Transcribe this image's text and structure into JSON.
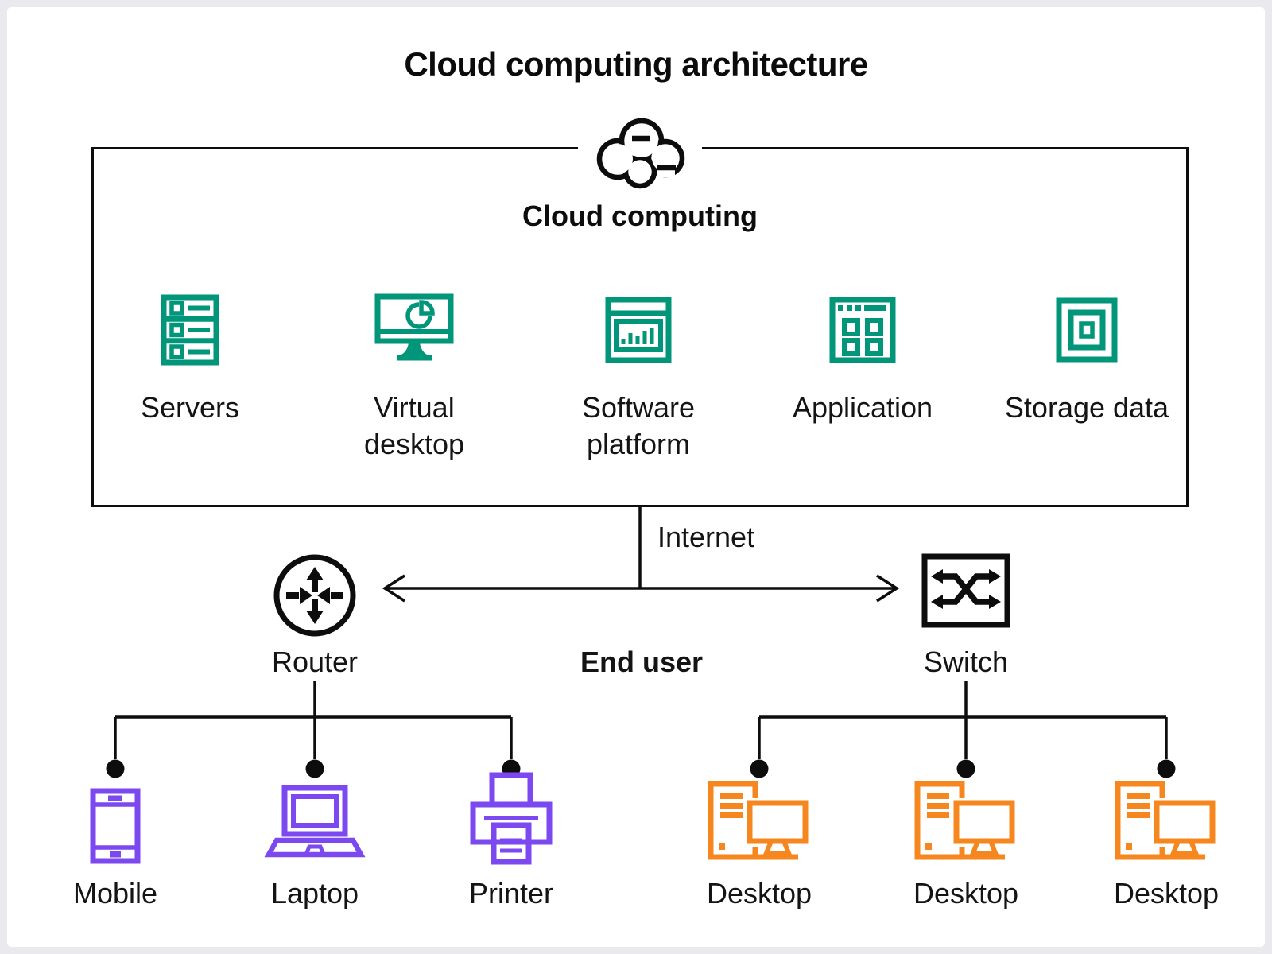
{
  "title": "Cloud computing architecture",
  "cloud": {
    "box_label": "Cloud computing",
    "cloud_icon": "cloud-icon",
    "items": [
      {
        "label": "Servers",
        "icon": "servers-icon"
      },
      {
        "label": "Virtual desktop",
        "icon": "virtual-desktop-icon"
      },
      {
        "label": "Software platform",
        "icon": "software-platform-icon"
      },
      {
        "label": "Application",
        "icon": "application-icon"
      },
      {
        "label": "Storage data",
        "icon": "storage-data-icon"
      }
    ]
  },
  "connections": {
    "internet": "Internet",
    "end_user": "End user"
  },
  "router": {
    "label": "Router",
    "icon": "router-icon",
    "devices": [
      {
        "label": "Mobile",
        "icon": "mobile-icon"
      },
      {
        "label": "Laptop",
        "icon": "laptop-icon"
      },
      {
        "label": "Printer",
        "icon": "printer-icon"
      }
    ]
  },
  "switch": {
    "label": "Switch",
    "icon": "switch-icon",
    "devices": [
      {
        "label": "Desktop",
        "icon": "desktop-icon"
      },
      {
        "label": "Desktop",
        "icon": "desktop-icon"
      },
      {
        "label": "Desktop",
        "icon": "desktop-icon"
      }
    ]
  },
  "colors": {
    "ink": "#0d0d0d",
    "teal": "#019579",
    "purple": "#7c49f0",
    "orange": "#f6871f"
  }
}
